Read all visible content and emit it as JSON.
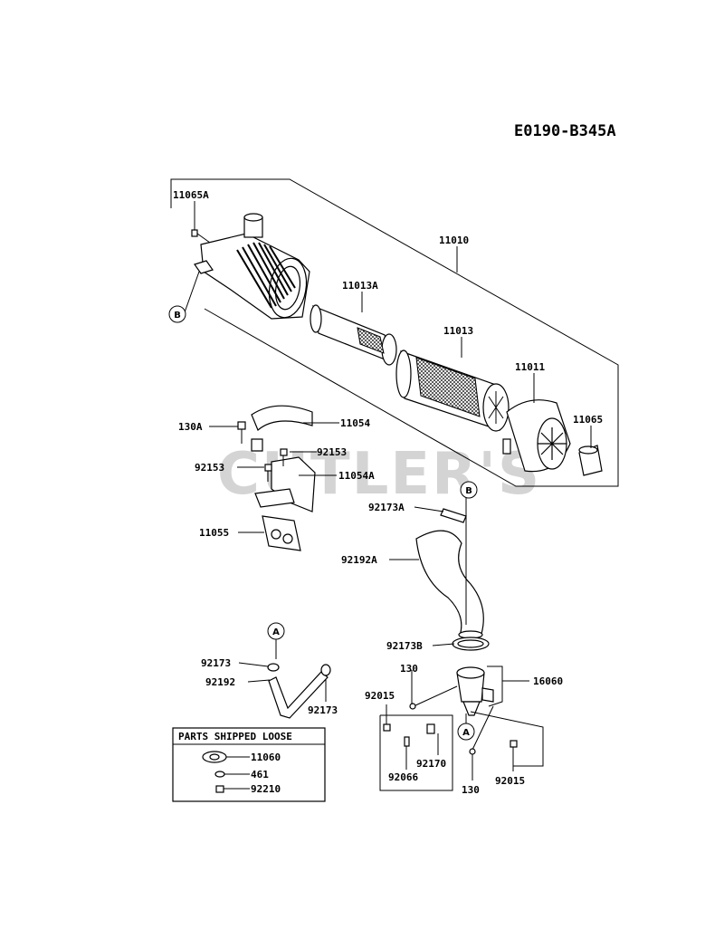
{
  "diagram_code": "E0190-B345A",
  "watermark": "CUTLER'S",
  "callouts": {
    "c11065A": "11065A",
    "c11010": "11010",
    "c11013A": "11013A",
    "c11013": "11013",
    "c11011": "11011",
    "c11065": "11065",
    "c130A": "130A",
    "c11054": "11054",
    "c92153a": "92153",
    "c92153b": "92153",
    "c11054A": "11054A",
    "c11055": "11055",
    "c92173A": "92173A",
    "c92192A": "92192A",
    "c92173B": "92173B",
    "c130a": "130",
    "c16060": "16060",
    "c92015a": "92015",
    "c92170": "92170",
    "c92066": "92066",
    "c130b": "130",
    "c92015b": "92015",
    "c92173a": "92173",
    "c92192": "92192",
    "c92173b": "92173"
  },
  "bubbles": {
    "b1": "B",
    "b2": "B",
    "a1": "A",
    "a2": "A"
  },
  "loose_parts": {
    "title": "PARTS SHIPPED LOOSE",
    "p1": "11060",
    "p2": "461",
    "p3": "92210"
  }
}
